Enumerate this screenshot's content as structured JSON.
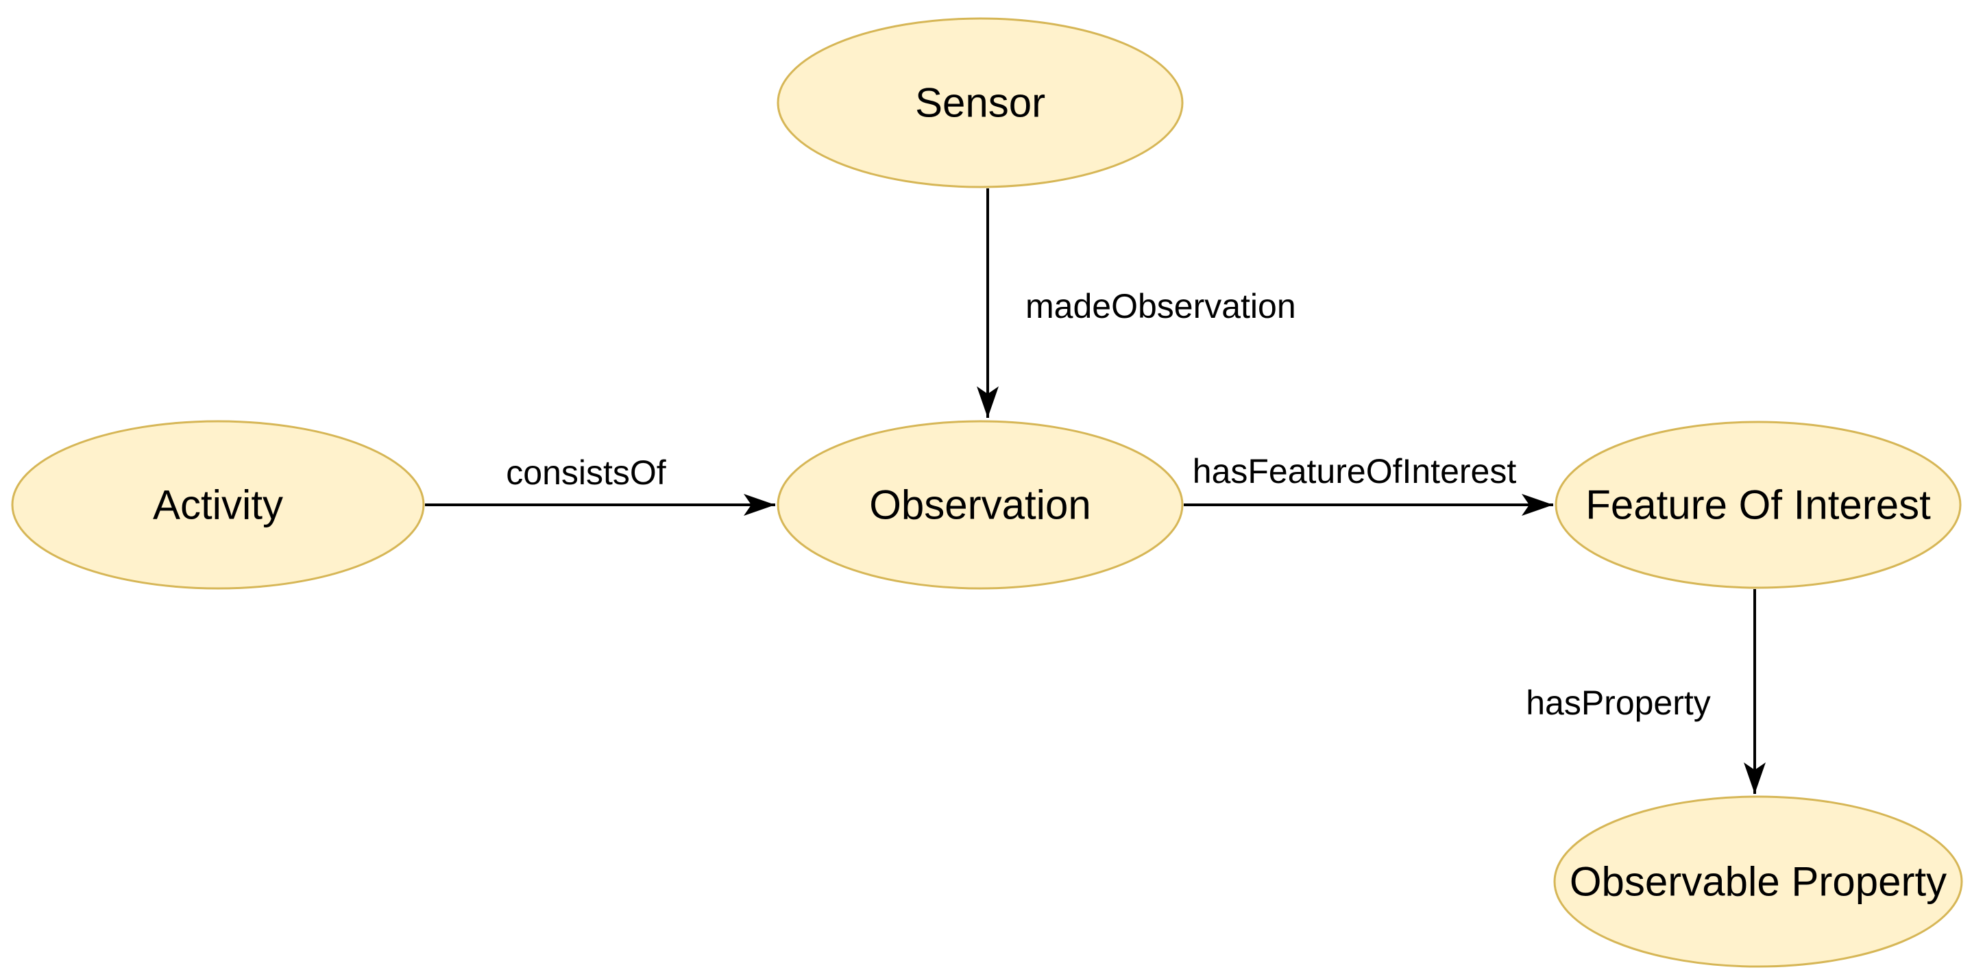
{
  "diagram": {
    "type": "ontology-graph",
    "colors": {
      "background": "#FFFFFF",
      "node_fill": "#FFF2CC",
      "node_stroke": "#D6B656",
      "edge_color": "#000000",
      "text_color": "#000000"
    },
    "nodes": [
      {
        "id": "sensor",
        "label": "Sensor"
      },
      {
        "id": "activity",
        "label": "Activity"
      },
      {
        "id": "observation",
        "label": "Observation"
      },
      {
        "id": "feature-of-interest",
        "label": "Feature Of Interest"
      },
      {
        "id": "observable-property",
        "label": "Observable Property"
      }
    ],
    "edges": [
      {
        "from": "sensor",
        "to": "observation",
        "label": "madeObservation"
      },
      {
        "from": "activity",
        "to": "observation",
        "label": "consistsOf"
      },
      {
        "from": "observation",
        "to": "feature-of-interest",
        "label": "hasFeatureOfInterest"
      },
      {
        "from": "feature-of-interest",
        "to": "observable-property",
        "label": "hasProperty"
      }
    ]
  }
}
